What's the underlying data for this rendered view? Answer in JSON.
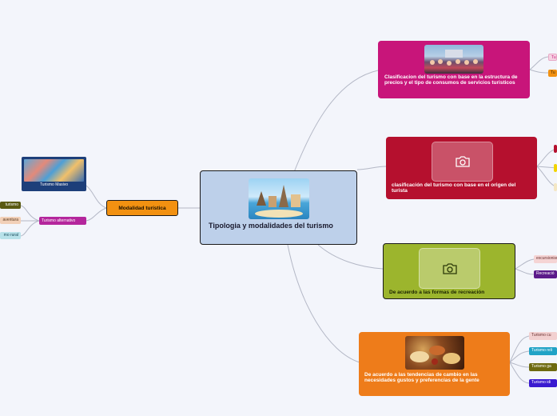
{
  "central": {
    "title": "Tipologia y modalidades del turismo"
  },
  "branches": {
    "precios": {
      "title": "Clasificacion del turismo con base en la estructura de precios y el tipo de consumos de servicios turisticos",
      "color": "#c8157a",
      "children": [
        "Tu",
        "Tu"
      ]
    },
    "origen": {
      "title": "clasificación del turismo con base en el origen del turista",
      "color": "#b5102e"
    },
    "recreacion": {
      "title": "De acuerdo a las formas de recreación",
      "color": "#9cb52d",
      "children": [
        "excursionism",
        "Recreació"
      ]
    },
    "tendencias": {
      "title": "De acuerdo a las tendencias de cambio en las necesidades gustos y preferencias de la gente",
      "color": "#ee7c1a",
      "children": [
        "Turismo cu",
        "Turismo reli",
        "Turismo ga",
        "Turismo idi"
      ]
    },
    "modalidad": {
      "title": "Modalidad turística",
      "color": "#f29111",
      "masivo": "Turismo Masivo",
      "alternativo": "Turismo alternativo",
      "alt_children": [
        "turismo",
        "aventura",
        "mo rural"
      ]
    }
  }
}
